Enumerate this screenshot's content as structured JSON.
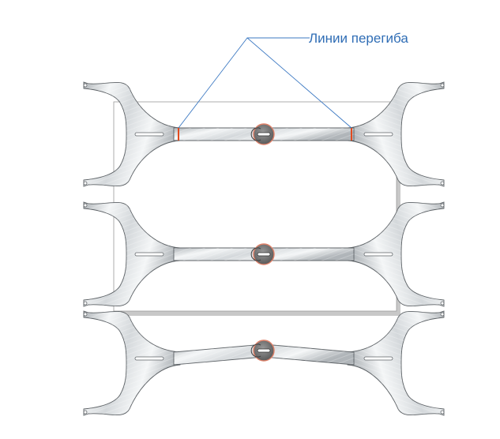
{
  "annotation": {
    "text": "Линии перегиба",
    "text_color": "#2f6db5",
    "leader_color": "#3b78c2"
  },
  "colors": {
    "metal_light": "#f4f6f7",
    "metal_mid": "#d4d8db",
    "metal_dark": "#b0b5b9",
    "outline": "#5d6266",
    "fold_line": "#e24a1e",
    "hub": "#6e6e6e",
    "hub_ring": "#e0826a",
    "panel_border": "#9a9a9a",
    "panel_shadow": "#c8c8c8"
  },
  "parts": [
    {
      "name": "bracket-flat-with-fold-lines",
      "fold_lines": true,
      "bent": false
    },
    {
      "name": "bracket-flat",
      "fold_lines": false,
      "bent": false
    },
    {
      "name": "bracket-bent",
      "fold_lines": false,
      "bent": true
    }
  ]
}
